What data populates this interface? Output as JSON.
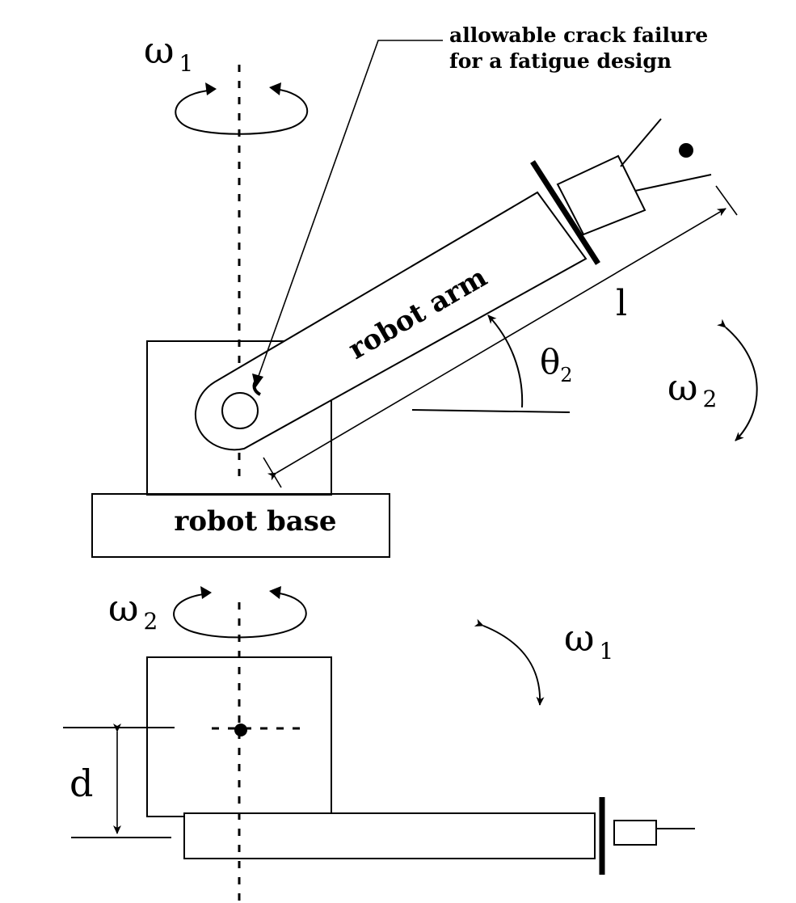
{
  "annotation": {
    "line1": "allowable crack failure",
    "line2": "for a fatigue design"
  },
  "labels": {
    "robot_arm": "robot arm",
    "robot_base": "robot base",
    "length": "l",
    "distance": "d"
  },
  "symbols": {
    "omega": "ω",
    "theta": "θ",
    "sub_1": "1",
    "sub_2": "2"
  },
  "colors": {
    "ink": "#000000",
    "background": "#ffffff"
  }
}
